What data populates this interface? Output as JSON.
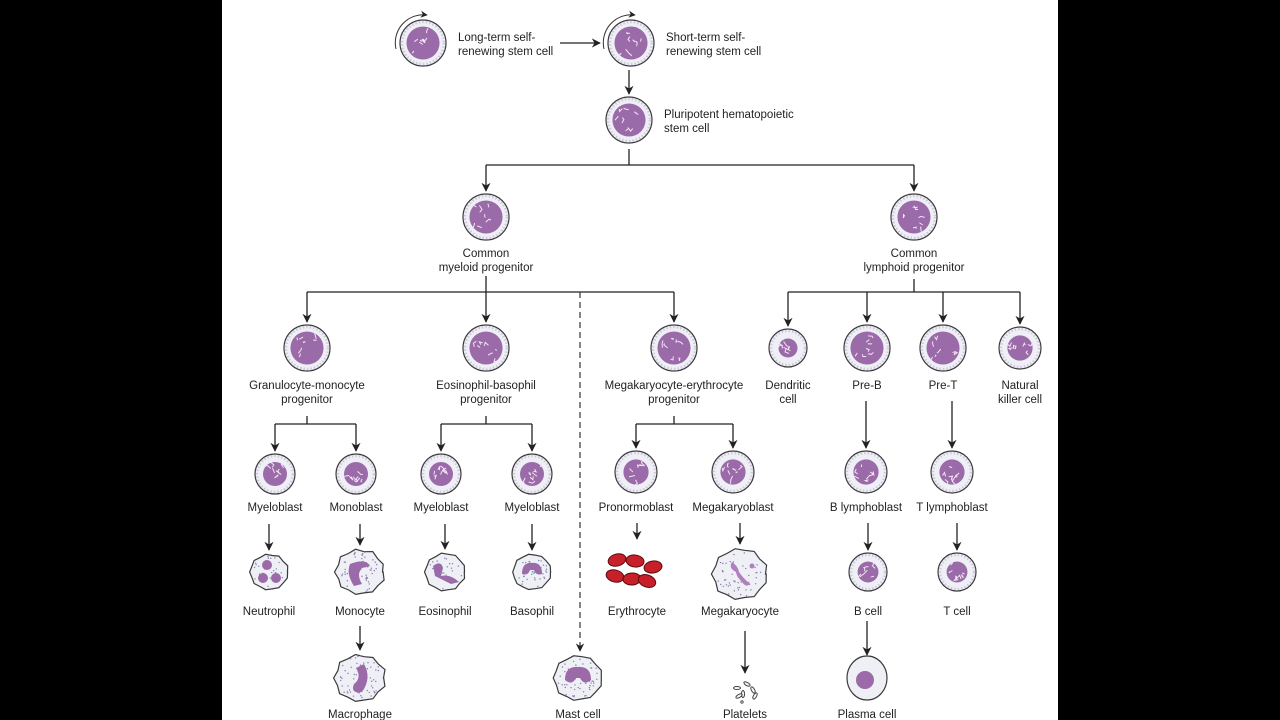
{
  "title": "Hematopoiesis lineage diagram",
  "colors": {
    "nucleus": "#9b6aa8",
    "cytoplasm": "#e4dcec",
    "cytoplasm_light": "#eef0f6",
    "outline": "#3a3a3a",
    "erythrocyte": "#c8202a",
    "line": "#222222"
  },
  "nodes": [
    {
      "id": "lt-hsc",
      "label": [
        "Long-term self-",
        "renewing stem cell"
      ],
      "kind": "stem",
      "self_renew": true
    },
    {
      "id": "st-hsc",
      "label": [
        "Short-term self-",
        "renewing stem cell"
      ],
      "kind": "stem",
      "self_renew": true
    },
    {
      "id": "phsc",
      "label": [
        "Pluripotent hematopoietic",
        "stem cell"
      ],
      "kind": "stem"
    },
    {
      "id": "cmp",
      "label": [
        "Common",
        "myeloid progenitor"
      ],
      "kind": "stem"
    },
    {
      "id": "clp",
      "label": [
        "Common",
        "lymphoid progenitor"
      ],
      "kind": "stem"
    },
    {
      "id": "gmp",
      "label": [
        "Granulocyte-monocyte",
        "progenitor"
      ],
      "kind": "stem"
    },
    {
      "id": "ebp",
      "label": [
        "Eosinophil-basophil",
        "progenitor"
      ],
      "kind": "stem"
    },
    {
      "id": "mep",
      "label": [
        "Megakaryocyte-erythrocyte",
        "progenitor"
      ],
      "kind": "stem"
    },
    {
      "id": "dendritic",
      "label": [
        "Dendritic",
        "cell"
      ],
      "kind": "small"
    },
    {
      "id": "pre-b",
      "label": [
        "Pre-B"
      ],
      "kind": "stem"
    },
    {
      "id": "pre-t",
      "label": [
        "Pre-T"
      ],
      "kind": "stem"
    },
    {
      "id": "nk",
      "label": [
        "Natural",
        "killer cell"
      ],
      "kind": "blast"
    },
    {
      "id": "myeloblast-1",
      "label": [
        "Myeloblast"
      ],
      "kind": "blast"
    },
    {
      "id": "monoblast",
      "label": [
        "Monoblast"
      ],
      "kind": "blast"
    },
    {
      "id": "myeloblast-2",
      "label": [
        "Myeloblast"
      ],
      "kind": "blast"
    },
    {
      "id": "myeloblast-3",
      "label": [
        "Myeloblast"
      ],
      "kind": "blast"
    },
    {
      "id": "pronormoblast",
      "label": [
        "Pronormoblast"
      ],
      "kind": "blast"
    },
    {
      "id": "megakaryoblast",
      "label": [
        "Megakaryoblast"
      ],
      "kind": "blast"
    },
    {
      "id": "b-lymphoblast",
      "label": [
        "B lymphoblast"
      ],
      "kind": "blast"
    },
    {
      "id": "t-lymphoblast",
      "label": [
        "T lymphoblast"
      ],
      "kind": "blast"
    },
    {
      "id": "neutrophil",
      "label": [
        "Neutrophil"
      ],
      "kind": "neutrophil"
    },
    {
      "id": "monocyte",
      "label": [
        "Monocyte"
      ],
      "kind": "monocyte"
    },
    {
      "id": "eosinophil",
      "label": [
        "Eosinophil"
      ],
      "kind": "eosinophil"
    },
    {
      "id": "basophil",
      "label": [
        "Basophil"
      ],
      "kind": "basophil"
    },
    {
      "id": "erythrocyte",
      "label": [
        "Erythrocyte"
      ],
      "kind": "erythrocyte"
    },
    {
      "id": "megakaryocyte",
      "label": [
        "Megakaryocyte"
      ],
      "kind": "megakaryocyte"
    },
    {
      "id": "b-cell",
      "label": [
        "B cell"
      ],
      "kind": "lymph"
    },
    {
      "id": "t-cell",
      "label": [
        "T cell"
      ],
      "kind": "lymph"
    },
    {
      "id": "macrophage",
      "label": [
        "Macrophage"
      ],
      "kind": "macrophage"
    },
    {
      "id": "mast-cell",
      "label": [
        "Mast cell"
      ],
      "kind": "mast"
    },
    {
      "id": "platelets",
      "label": [
        "Platelets"
      ],
      "kind": "platelets"
    },
    {
      "id": "plasma-cell",
      "label": [
        "Plasma cell"
      ],
      "kind": "plasma"
    }
  ],
  "edges": [
    {
      "from": "lt-hsc",
      "to": "st-hsc"
    },
    {
      "from": "st-hsc",
      "to": "phsc"
    },
    {
      "from": "phsc",
      "to": "cmp"
    },
    {
      "from": "phsc",
      "to": "clp"
    },
    {
      "from": "cmp",
      "to": "gmp"
    },
    {
      "from": "cmp",
      "to": "ebp"
    },
    {
      "from": "cmp",
      "to": "mep"
    },
    {
      "from": "cmp",
      "to": "mast-cell",
      "style": "dashed"
    },
    {
      "from": "clp",
      "to": "dendritic"
    },
    {
      "from": "clp",
      "to": "pre-b"
    },
    {
      "from": "clp",
      "to": "pre-t"
    },
    {
      "from": "clp",
      "to": "nk"
    },
    {
      "from": "gmp",
      "to": "myeloblast-1"
    },
    {
      "from": "gmp",
      "to": "monoblast"
    },
    {
      "from": "ebp",
      "to": "myeloblast-2"
    },
    {
      "from": "ebp",
      "to": "myeloblast-3"
    },
    {
      "from": "mep",
      "to": "pronormoblast"
    },
    {
      "from": "mep",
      "to": "megakaryoblast"
    },
    {
      "from": "pre-b",
      "to": "b-lymphoblast"
    },
    {
      "from": "pre-t",
      "to": "t-lymphoblast"
    },
    {
      "from": "myeloblast-1",
      "to": "neutrophil"
    },
    {
      "from": "monoblast",
      "to": "monocyte"
    },
    {
      "from": "myeloblast-2",
      "to": "eosinophil"
    },
    {
      "from": "myeloblast-3",
      "to": "basophil"
    },
    {
      "from": "pronormoblast",
      "to": "erythrocyte"
    },
    {
      "from": "megakaryoblast",
      "to": "megakaryocyte"
    },
    {
      "from": "b-lymphoblast",
      "to": "b-cell"
    },
    {
      "from": "t-lymphoblast",
      "to": "t-cell"
    },
    {
      "from": "monocyte",
      "to": "macrophage"
    },
    {
      "from": "megakaryocyte",
      "to": "platelets"
    },
    {
      "from": "b-cell",
      "to": "plasma-cell"
    }
  ]
}
